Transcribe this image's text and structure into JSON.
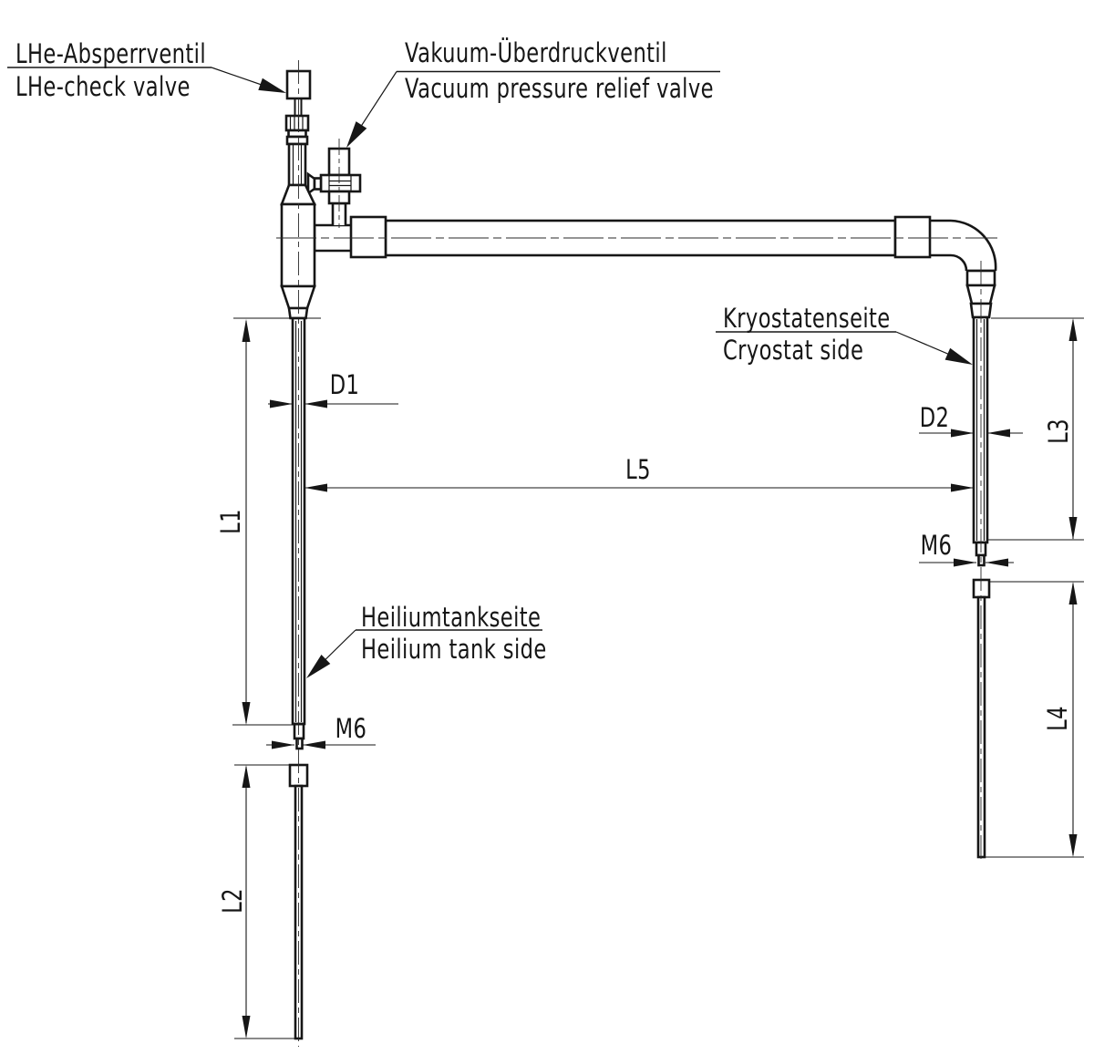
{
  "callouts": {
    "lhe_valve": {
      "line1": "LHe-Absperrventil",
      "line2": "LHe-check valve"
    },
    "vacuum_valve": {
      "line1": "Vakuum-Überdruckventil",
      "line2": "Vacuum pressure relief valve"
    },
    "cryostat_side": {
      "line1": "Kryostatenseite",
      "line2": "Cryostat side"
    },
    "helium_tank_side": {
      "line1": "Heiliumtankseite",
      "line2": "Heilium tank side"
    }
  },
  "dimensions": {
    "L1": "L1",
    "L2": "L2",
    "L3": "L3",
    "L4": "L4",
    "L5": "L5",
    "D1": "D1",
    "D2": "D2",
    "M6_left": "M6",
    "M6_right": "M6"
  },
  "colors": {
    "line": "#161616",
    "background": "#ffffff"
  }
}
